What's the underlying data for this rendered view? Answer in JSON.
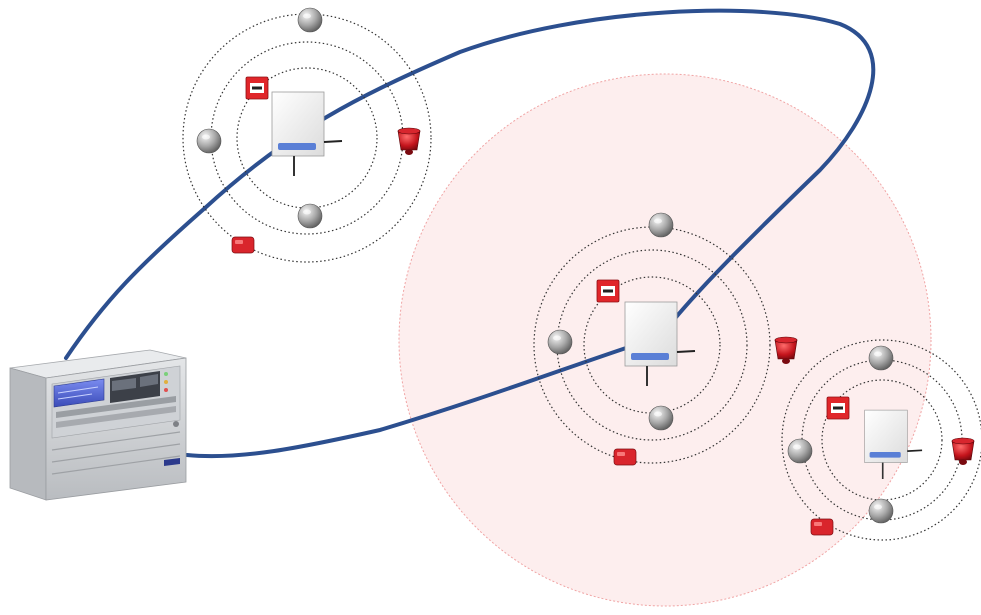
{
  "diagram": {
    "type": "wireless fire alarm network",
    "nodes": [
      {
        "id": "fire-alarm-control-panel",
        "icon": "control-panel-icon"
      },
      {
        "id": "radio-hub-1",
        "icon": "radio-hub-icon"
      },
      {
        "id": "radio-hub-2",
        "icon": "radio-hub-icon"
      },
      {
        "id": "radio-hub-3",
        "icon": "radio-hub-icon"
      }
    ],
    "devices_per_hub": [
      "smoke-detector-icon",
      "smoke-detector-icon",
      "smoke-detector-icon",
      "manual-call-point-icon",
      "alarm-sounder-icon",
      "beacon-icon"
    ],
    "links": [
      {
        "from": "fire-alarm-control-panel",
        "to": "radio-hub-1"
      },
      {
        "from": "fire-alarm-control-panel",
        "to": "radio-hub-2"
      }
    ],
    "colors": {
      "cable": "#2c4f8f",
      "coverage_fill": "#fcecec",
      "coverage_edge": "#f0a4a4",
      "call_point_red": "#e0262a",
      "sounder_red": "#b3101a",
      "panel_body": "#d4d7da",
      "panel_screen": "#4d5fd0",
      "detector_grey": "#9a9a9a"
    }
  }
}
